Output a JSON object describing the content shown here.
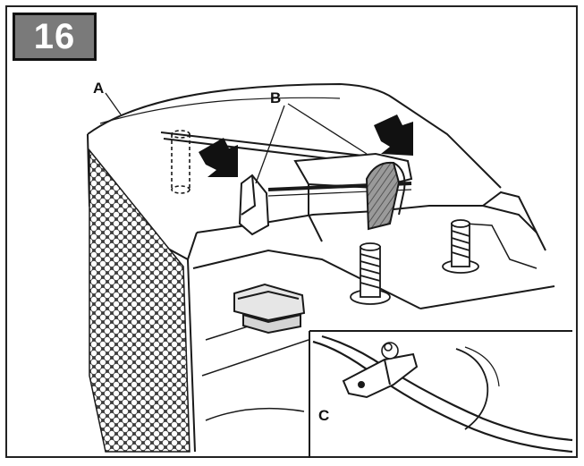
{
  "step": {
    "number": "16"
  },
  "callouts": {
    "a": "A",
    "b": "B",
    "c": "C"
  },
  "colors": {
    "badge": "#7a7a7a",
    "line": "#1a1a1a",
    "mesh": "#2b2b2b",
    "arrow": "#111111"
  }
}
